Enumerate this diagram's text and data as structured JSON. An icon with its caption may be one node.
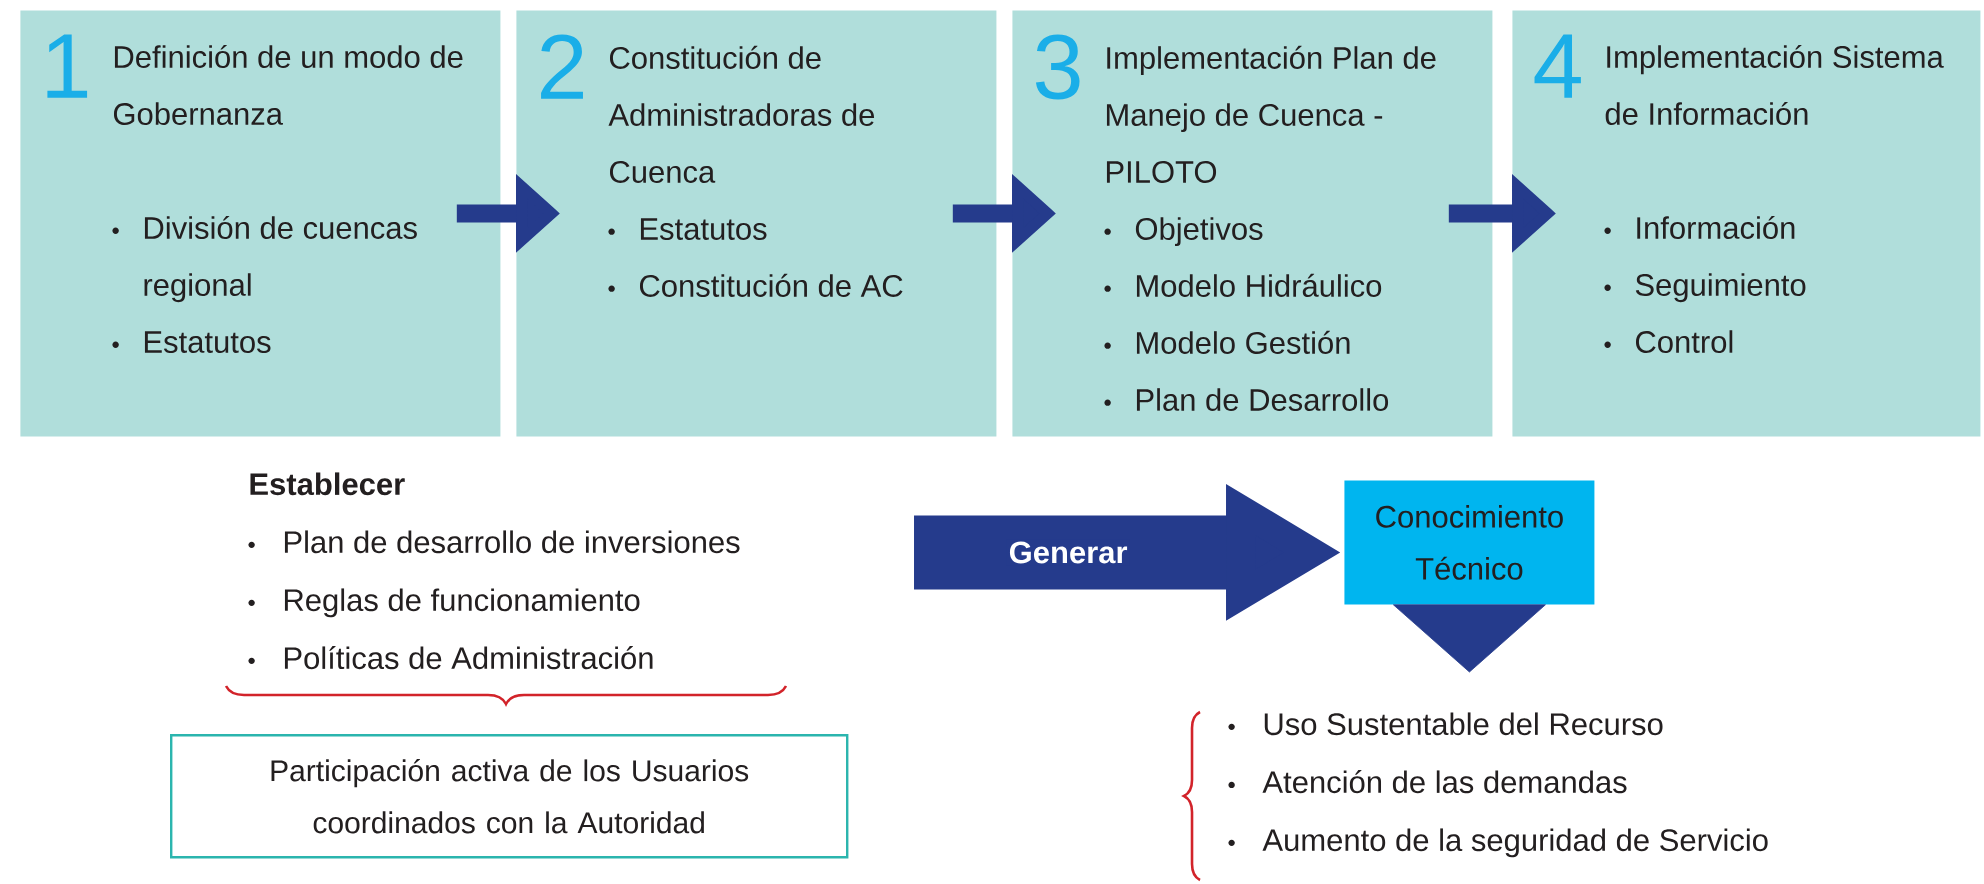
{
  "diagram": {
    "nodes": [
      {
        "text": [
          "1",
          "Definición de un modo de Gobernanza",
          "División de cuencas regional",
          "Estatutos"
        ]
      },
      {
        "text": [
          "2",
          "Constitución de Administradoras de Cuenca",
          "Estatutos",
          "Constitución de AC"
        ]
      },
      {
        "text": [
          "3",
          "Implementación Plan de Manejo de Cuenca - PILOTO",
          "Objetivos",
          "Modelo Hidráulico",
          "Modelo Gestión",
          "Plan de Desarrollo"
        ]
      },
      {
        "text": [
          "4",
          "Implementación Sistema de Información",
          "Información",
          "Seguimiento",
          "Control"
        ]
      },
      {
        "text": [
          "Establecer",
          "Plan de desarrollo de inversiones",
          "Reglas de funcionamiento",
          "Políticas de Administración"
        ]
      },
      {
        "text": [
          "Participación activa de los Usuarios coordinados con la Autoridad"
        ]
      },
      {
        "text": [
          "Conocimiento Técnico"
        ]
      },
      {
        "text": [
          "Uso Sustentable del Recurso",
          "Atención de las demandas",
          "Aumento de la seguridad de Servicio"
        ]
      }
    ],
    "edges": [
      {
        "from": 0,
        "to": 1,
        "arrow": "to"
      },
      {
        "from": 1,
        "to": 2,
        "arrow": "to"
      },
      {
        "from": 2,
        "to": 3,
        "arrow": "to"
      },
      {
        "from": null,
        "to": 6,
        "arrow": "to",
        "label": "Generar",
        "style": "thick"
      },
      {
        "from": 6,
        "to": 7,
        "arrow": "to"
      }
    ]
  }
}
